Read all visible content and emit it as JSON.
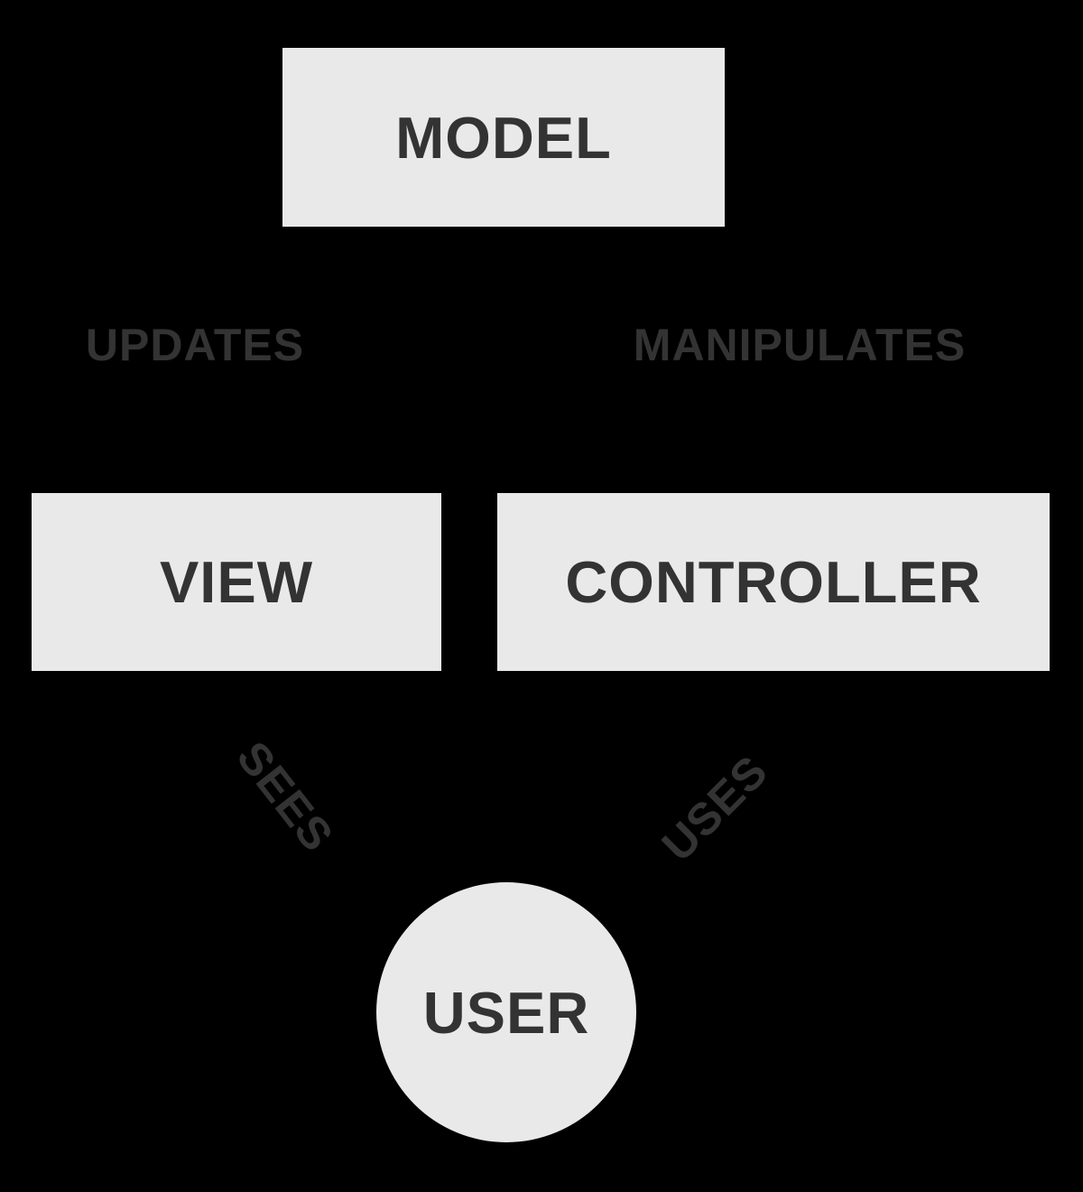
{
  "colors": {
    "background": "#000000",
    "node_fill": "#e9e9e9",
    "node_text": "#333333",
    "edge_text": "#333333"
  },
  "nodes": {
    "model": {
      "label": "MODEL"
    },
    "view": {
      "label": "VIEW"
    },
    "controller": {
      "label": "CONTROLLER"
    },
    "user": {
      "label": "USER"
    }
  },
  "edge_labels": {
    "updates": {
      "label": "UPDATES"
    },
    "manipulates": {
      "label": "MANIPULATES"
    },
    "sees": {
      "label": "SEES"
    },
    "uses": {
      "label": "USES"
    }
  }
}
